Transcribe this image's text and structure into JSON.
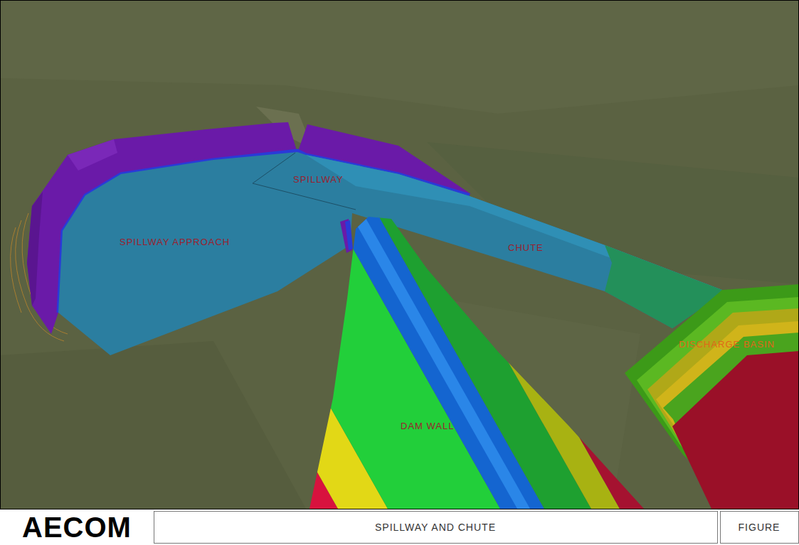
{
  "diagram": {
    "title": "SPILLWAY AND CHUTE",
    "labels": [
      "SPILLWAY APPROACH",
      "SPILLWAY",
      "CHUTE",
      "DISCHARGE BASIN",
      "DAM WALL",
      "AECOM",
      "FIGURE"
    ]
  }
}
